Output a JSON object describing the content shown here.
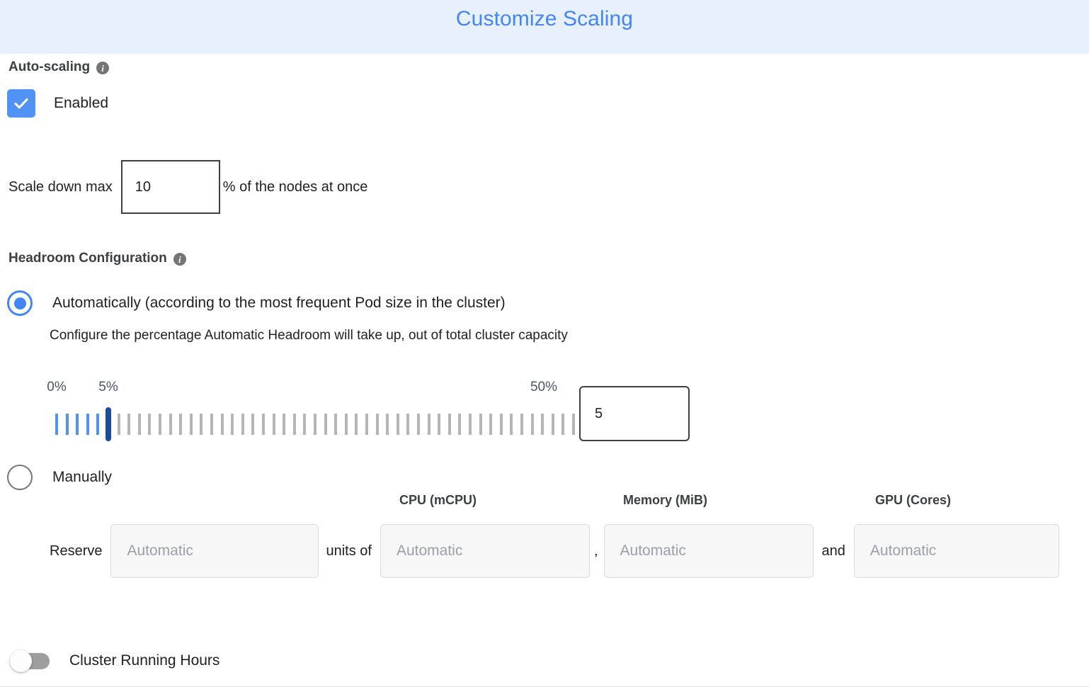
{
  "header": {
    "title": "Customize Scaling",
    "background_color": "#e8f0fe",
    "title_color": "#4285f4"
  },
  "autoscaling": {
    "section_label": "Auto-scaling",
    "info_glyph": "i",
    "enabled_label": "Enabled",
    "enabled_checked": true,
    "scale_down": {
      "prefix_label": "Scale down max",
      "value": "10",
      "suffix_label": "% of the nodes at once"
    }
  },
  "headroom": {
    "section_label": "Headroom Configuration",
    "info_glyph": "i",
    "option_automatic": {
      "label": "Automatically (according to the most frequent Pod size in the cluster)",
      "selected": true,
      "description": "Configure the percentage Automatic Headroom will take up, out of total cluster capacity"
    },
    "slider": {
      "min_label": "0%",
      "max_label": "50%",
      "current_label": "5%",
      "min": 0,
      "max": 50,
      "value": 5,
      "tick_count": 51,
      "value_input": "5",
      "active_color": "#5093f5",
      "inactive_color": "#b5b5b5",
      "thumb_color": "#1a4b9e"
    },
    "option_manual": {
      "label": "Manually",
      "selected": false,
      "reserve_prefix": "Reserve",
      "units_of": "units of",
      "comma": ",",
      "and": "and",
      "fields": [
        {
          "label": "",
          "placeholder": "Automatic",
          "value": ""
        },
        {
          "label": "CPU (mCPU)",
          "placeholder": "Automatic",
          "value": ""
        },
        {
          "label": "Memory (MiB)",
          "placeholder": "Automatic",
          "value": ""
        },
        {
          "label": "GPU (Cores)",
          "placeholder": "Automatic",
          "value": ""
        }
      ]
    }
  },
  "cluster_running_hours": {
    "label": "Cluster Running Hours",
    "enabled": false
  }
}
